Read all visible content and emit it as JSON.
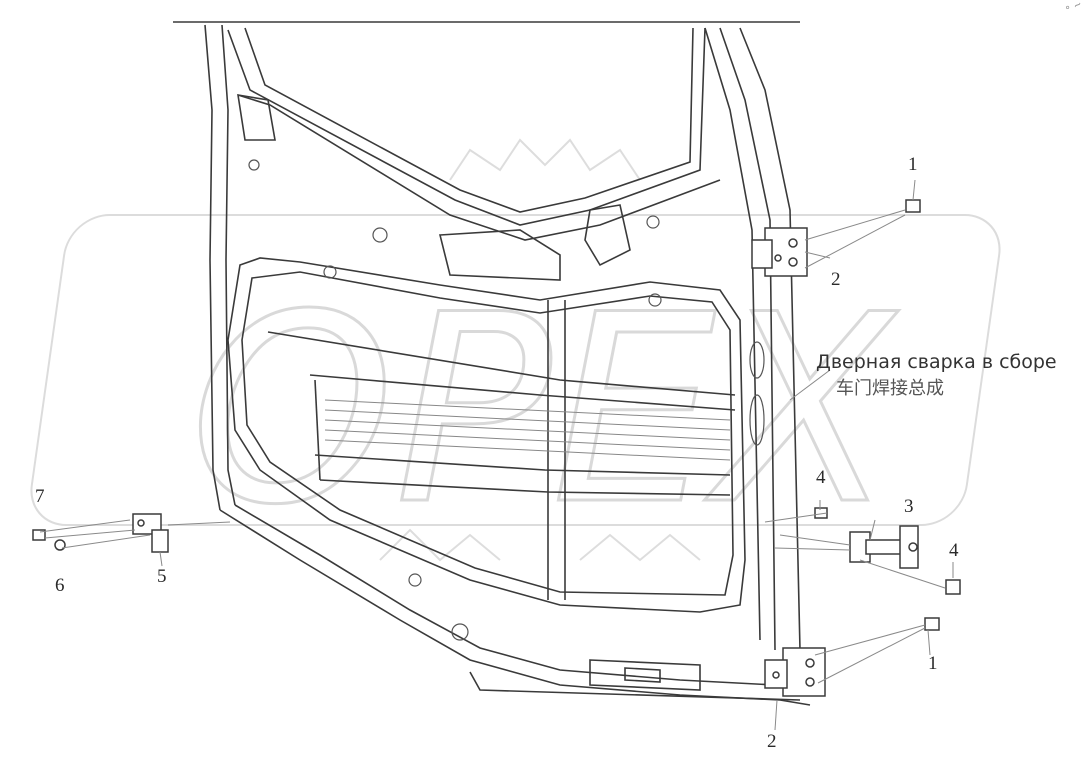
{
  "assembly": {
    "name_ru": "Дверная сварка в сборе",
    "name_cn": "车门焊接总成",
    "corner_mark": "° ~"
  },
  "watermark": {
    "text": "OPEX",
    "color": "#d9d9d9"
  },
  "colors": {
    "line": "#3a3a3a",
    "light_line": "#9a9a9a",
    "leader": "#8a8a8a"
  },
  "callouts": [
    {
      "id": "c1-top",
      "label": "1"
    },
    {
      "id": "c2-upper",
      "label": "2"
    },
    {
      "id": "c3",
      "label": "3"
    },
    {
      "id": "c4-left",
      "label": "4"
    },
    {
      "id": "c4-right",
      "label": "4"
    },
    {
      "id": "c1-bottom",
      "label": "1"
    },
    {
      "id": "c2-lower",
      "label": "2"
    },
    {
      "id": "c5",
      "label": "5"
    },
    {
      "id": "c6",
      "label": "6"
    },
    {
      "id": "c7",
      "label": "7"
    }
  ]
}
